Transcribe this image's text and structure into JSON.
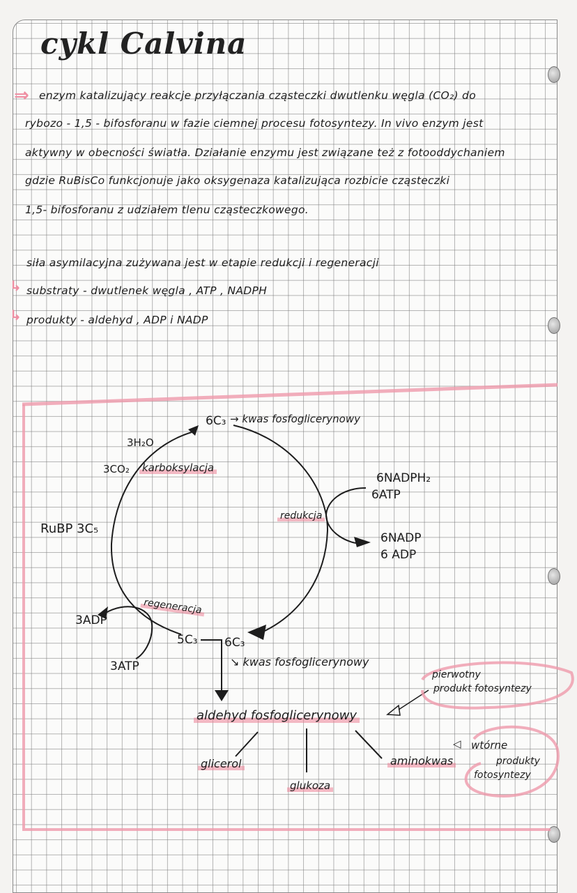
{
  "page": {
    "title": "cykl Calvina"
  },
  "intro": {
    "marker": "⇒",
    "lines": [
      "enzym katalizujący reakcje przyłączania cząsteczki dwutlenku węgla (CO₂) do",
      "rybozo - 1,5 - bifosforanu w fazie ciemnej procesu fotosyntezy. In vivo enzym jest",
      "aktywny w obecności światła. Działanie enzymu jest związane też z fotooddychaniem",
      "gdzie RuBisCo funkcjonuje jako oksygenaza katalizująca rozbicie cząsteczki",
      "1,5- bifosforanu z udziałem tlenu cząsteczkowego."
    ]
  },
  "assimilation": {
    "line": "siła asymilacyjna zużywana jest w etapie redukcji i regeneracji",
    "substrates_label": "substraty",
    "substrates_value": "- dwutlenek węgla , ATP , NADPH",
    "products_label": "produkty",
    "products_value": "- aldehyd , ADP i NADP"
  },
  "diagram": {
    "top_node": "6C₃",
    "top_node_note": "→ kwas fosfoglicerynowy",
    "h2o": "3H₂O",
    "co2": "3CO₂",
    "carboxylation": "karboksylacja",
    "rubp": "RuBP 3C₅",
    "reduction": "redukcja",
    "reduction_in_1": "6NADPH₂",
    "reduction_in_2": "6ATP",
    "reduction_out_1": "6NADP",
    "reduction_out_2": "6 ADP",
    "regeneration": "regeneracja",
    "regen_out": "3ADP",
    "regen_in": "3ATP",
    "node_5c3": "5C₃",
    "node_6c3": "6C₃",
    "node_6c3_note": "↘ kwas fosfoglicerynowy",
    "aldehyde": "aldehyd fosfoglicerynowy",
    "primary_product_1": "pierwotny",
    "primary_product_2": "produkt fotosyntezy",
    "glycerol": "glicerol",
    "glucose": "glukoza",
    "amino_acid": "aminokwas",
    "secondary_1": "wtórne",
    "secondary_2": "produkty",
    "secondary_3": "fotosyntezy"
  },
  "colors": {
    "ink": "#1d1d1d",
    "highlight_pink": "#ec8296",
    "grid": "#787878",
    "paper": "#fbfbfa"
  }
}
